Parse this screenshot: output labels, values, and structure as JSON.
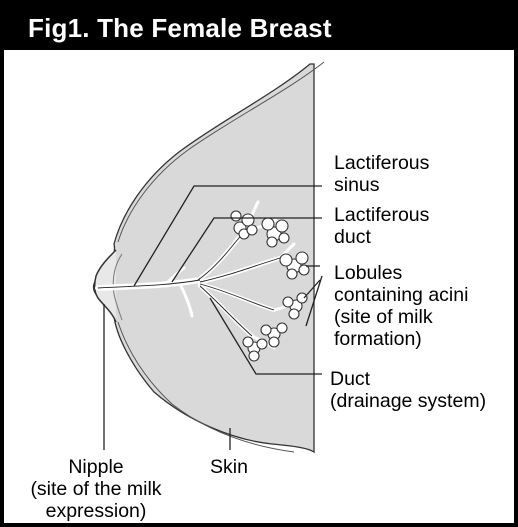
{
  "title": "Fig1. The Female Breast",
  "labels": {
    "lactiferous_sinus": [
      "Lactiferous",
      "sinus"
    ],
    "lactiferous_duct": [
      "Lactiferous",
      "duct"
    ],
    "lobules": [
      "Lobules",
      "containing acini",
      "(site of milk",
      "formation)"
    ],
    "duct": [
      "Duct",
      "(drainage system)"
    ],
    "nipple": [
      "Nipple",
      "(site of the milk",
      "expression)"
    ],
    "skin": "Skin"
  },
  "colors": {
    "frame": "#000000",
    "tissue": "#d9d9d9",
    "line": "#222222"
  }
}
